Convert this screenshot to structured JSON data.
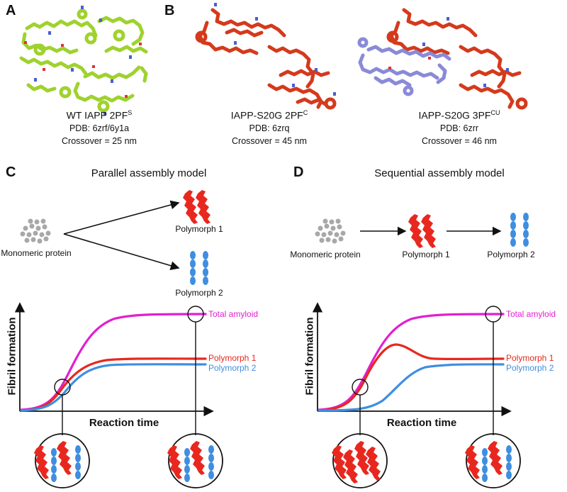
{
  "panels": {
    "A": {
      "letter": "A",
      "title_main": "WT IAPP 2PF",
      "title_sup": "S",
      "pdb": "PDB: 6zrf/6y1a",
      "crossover": "Crossover = 25 nm"
    },
    "B": {
      "letter": "B",
      "left": {
        "title_main": "IAPP-S20G 2PF",
        "title_sup": "C",
        "pdb": "PDB: 6zrq",
        "crossover": "Crossover = 45 nm"
      },
      "right": {
        "title_main": "IAPP-S20G 3PF",
        "title_sup": "CU",
        "pdb": "PDB: 6zrr",
        "crossover": "Crossover = 46 nm"
      }
    },
    "C": {
      "letter": "C",
      "heading": "Parallel assembly model",
      "monomer_label": "Monomeric protein",
      "poly1_label": "Polymorph 1",
      "poly2_label": "Polymorph 2",
      "ylabel": "Fibril formation",
      "xlabel": "Reaction time",
      "legend_total": "Total amyloid",
      "legend_p1": "Polymorph 1",
      "legend_p2": "Polymorph 2"
    },
    "D": {
      "letter": "D",
      "heading": "Sequential assembly model",
      "monomer_label": "Monomeric protein",
      "poly1_label": "Polymorph 1",
      "poly2_label": "Polymorph 2",
      "ylabel": "Fibril formation",
      "xlabel": "Reaction time",
      "legend_total": "Total amyloid",
      "legend_p1": "Polymorph 1",
      "legend_p2": "Polymorph 2"
    }
  },
  "colors": {
    "total": "#e020d0",
    "polymorph1": "#e8281e",
    "polymorph2": "#3f8ee0",
    "fibril_wt": "#9fd22e",
    "fibril_red": "#d43a1c",
    "fibril_blue": "#8a8ad8",
    "monomer": "#a8a8a8"
  }
}
